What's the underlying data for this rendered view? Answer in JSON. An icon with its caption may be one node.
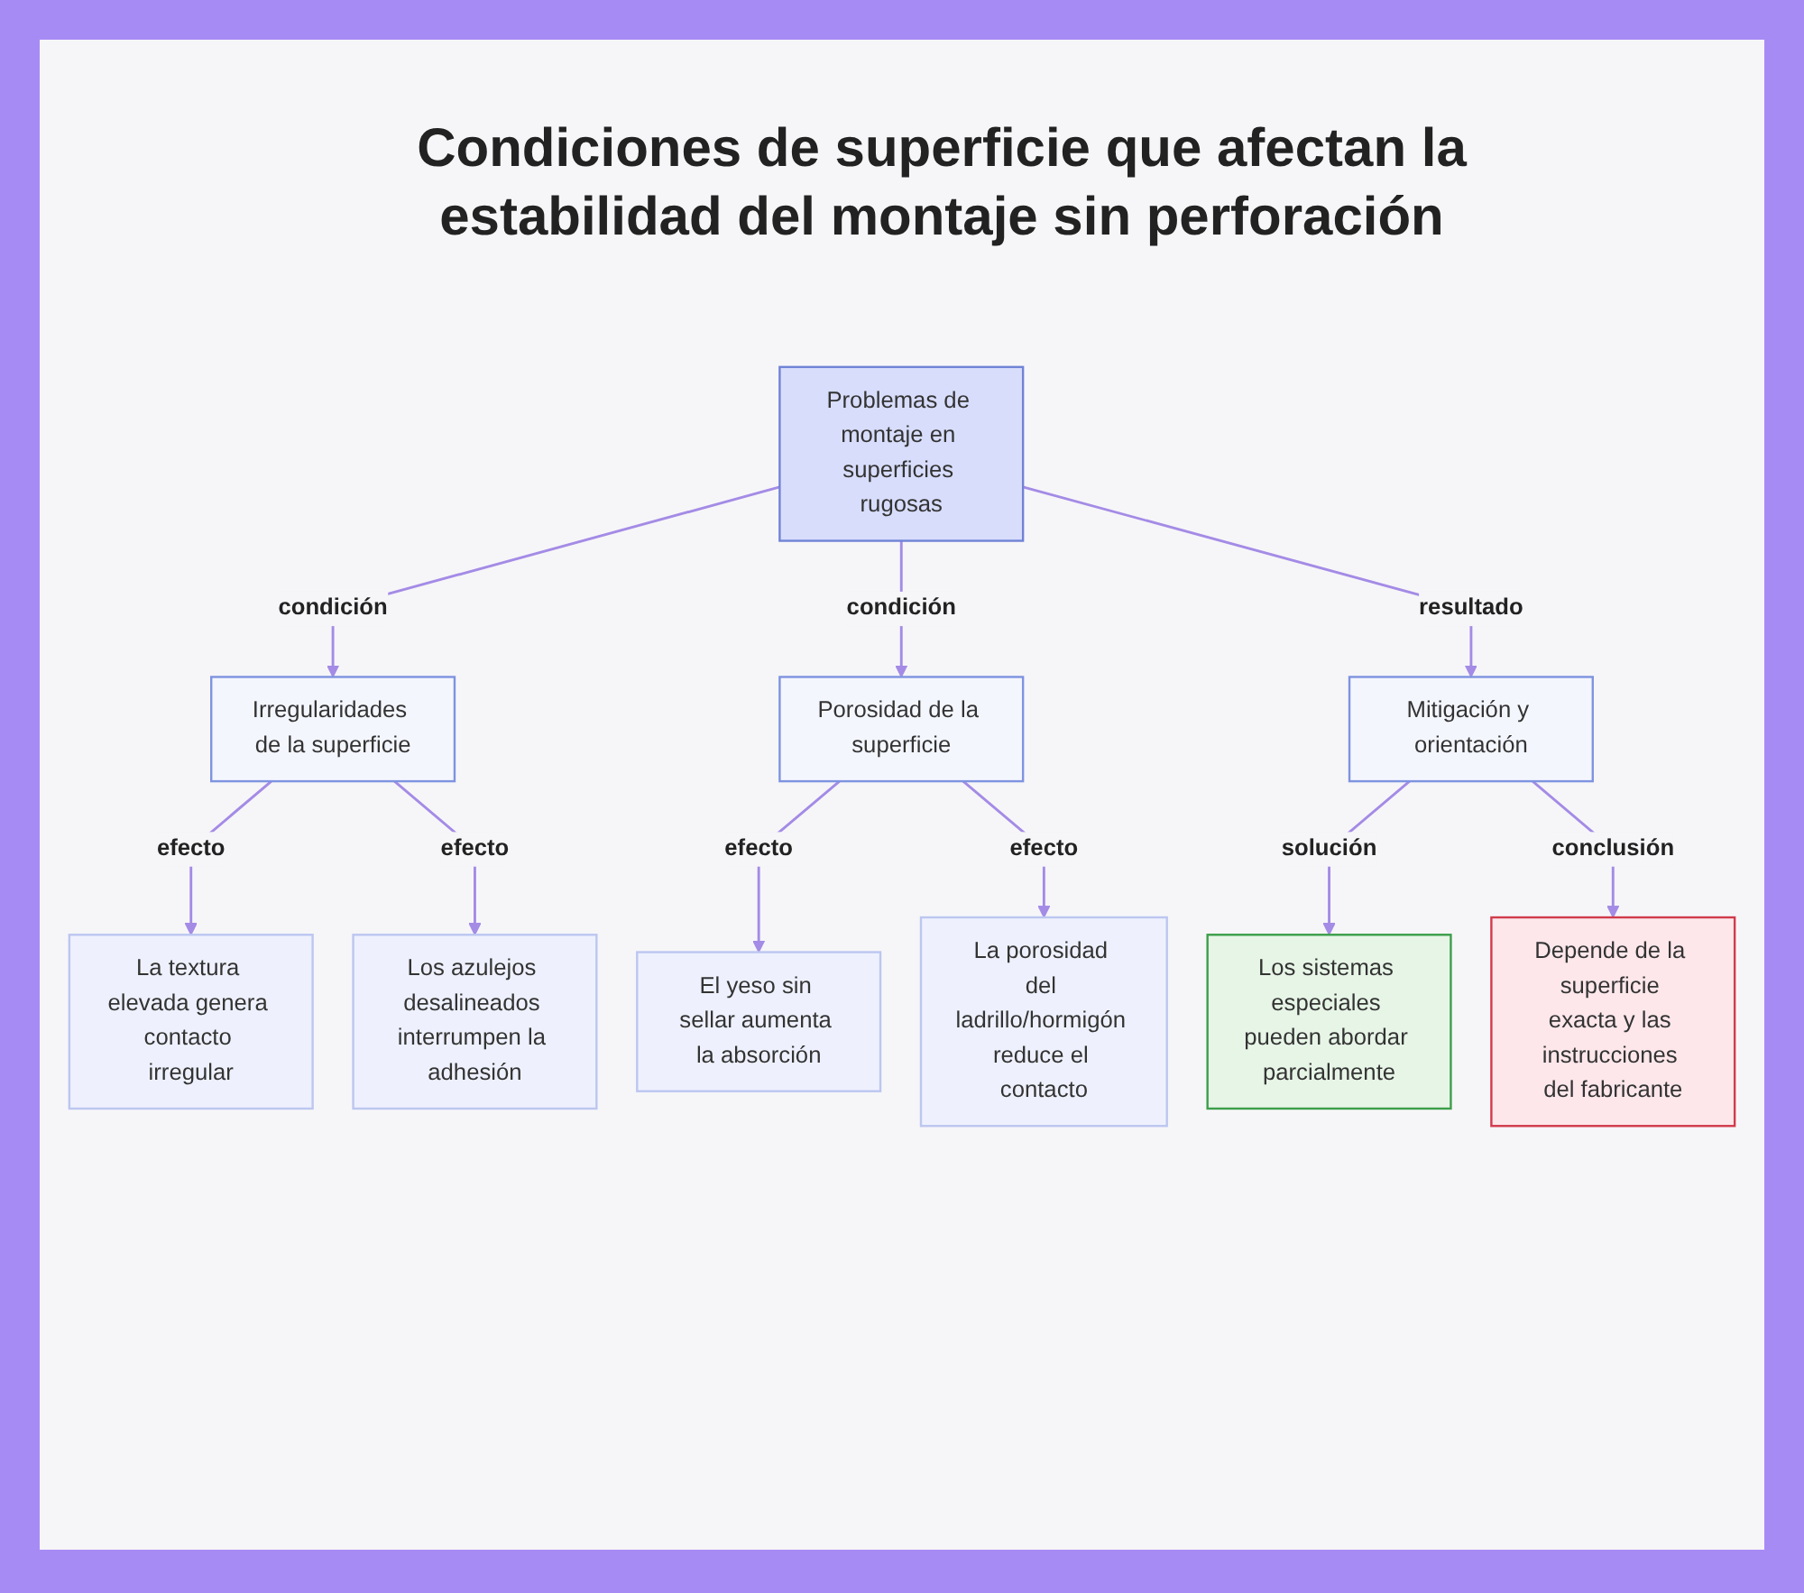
{
  "diagram": {
    "title": "Condiciones de superficie que afectan la estabilidad del montaje sin perforación",
    "nodes": [
      {
        "text": [
          "Problemas de montaje en superficies rugosas"
        ]
      },
      {
        "text": [
          "Irregularidades de la superficie"
        ]
      },
      {
        "text": [
          "Porosidad de la superficie"
        ]
      },
      {
        "text": [
          "Mitigación y orientación"
        ]
      },
      {
        "text": [
          "La textura elevada genera contacto irregular"
        ]
      },
      {
        "text": [
          "Los azulejos desalineados interrumpen la adhesión"
        ]
      },
      {
        "text": [
          "El yeso sin sellar aumenta la absorción"
        ]
      },
      {
        "text": [
          "La porosidad del ladrillo/hormigón reduce el contacto"
        ]
      },
      {
        "text": [
          "Los sistemas especiales pueden abordar parcialmente"
        ]
      },
      {
        "text": [
          "Depende de la superficie exacta y las instrucciones del fabricante"
        ]
      }
    ],
    "edges": [
      {
        "from": 0,
        "to": 1,
        "arrow": "to",
        "label": "condición"
      },
      {
        "from": 0,
        "to": 2,
        "arrow": "to",
        "label": "condición"
      },
      {
        "from": 0,
        "to": 3,
        "arrow": "to",
        "label": "resultado"
      },
      {
        "from": 1,
        "to": 4,
        "arrow": "to",
        "label": "efecto"
      },
      {
        "from": 1,
        "to": 5,
        "arrow": "to",
        "label": "efecto"
      },
      {
        "from": 2,
        "to": 6,
        "arrow": "to",
        "label": "efecto"
      },
      {
        "from": 2,
        "to": 7,
        "arrow": "to",
        "label": "efecto"
      },
      {
        "from": 3,
        "to": 8,
        "arrow": "to",
        "label": "solución"
      },
      {
        "from": 3,
        "to": 9,
        "arrow": "to",
        "label": "conclusión"
      }
    ]
  }
}
